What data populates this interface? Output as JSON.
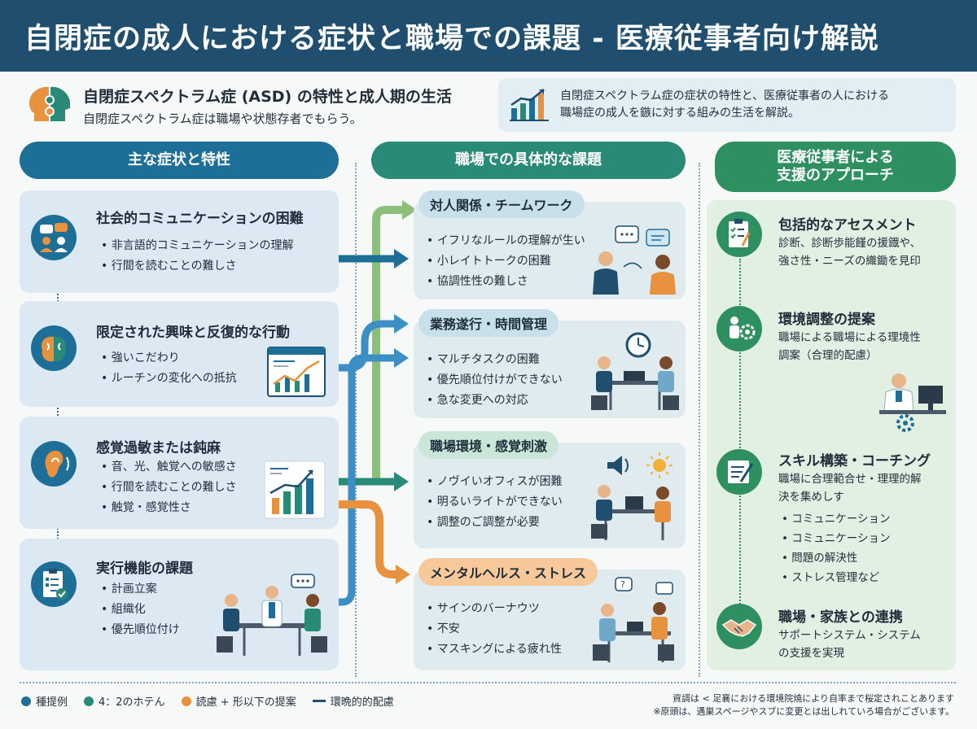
{
  "header": {
    "title": "自閉症の成人における症状と職場での課題 - 医療従事者向け解説"
  },
  "intro": {
    "title": "自閉症スペクトラム症 (ASD) の特性と成人期の生活",
    "subtitle": "自閉症スペクトラム症は職場や状態存者でもらう。",
    "desc_line1": "自閉症スペクトラム症の症状の特性と、医療従事者の人における",
    "desc_line2": "職場症の成人を鏃に対する組みの生活を解説。"
  },
  "columns": {
    "symptoms": "主な症状と特性",
    "challenges": "職場での具体的な課題",
    "support_line1": "医療従事者による",
    "support_line2": "支援のアプローチ"
  },
  "symptoms": [
    {
      "title": "社会的コミュニケーションの困難",
      "items": [
        "非言語的コミュニケーションの理解",
        "行間を読むことの難しさ"
      ]
    },
    {
      "title": "限定された興味と反復的な行動",
      "items": [
        "強いこだわり",
        "ルーチンの変化への抵抗"
      ]
    },
    {
      "title": "感覚過敏または鈍麻",
      "items": [
        "音、光、触覚への敏感さ",
        "行間を読むことの難しさ",
        "触覚・感覚性さ"
      ]
    },
    {
      "title": "実行機能の課題",
      "items": [
        "計画立案",
        "組織化",
        "優先順位付け"
      ]
    }
  ],
  "challenges": [
    {
      "title": "対人関係・チームワーク",
      "items": [
        "イフリなルールの理解が生い",
        "小レイトトークの困難",
        "協調性性の難しさ"
      ]
    },
    {
      "title": "業務遂行・時間管理",
      "items": [
        "マルチタスクの困難",
        "優先順位付けができない",
        "急な変更への対応"
      ]
    },
    {
      "title": "職場環境・感覚刺激",
      "items": [
        "ノヴイいオフィスが困難",
        "明るいライトができない",
        "調整のご調整が必要"
      ]
    },
    {
      "title": "メンタルヘルス・ストレス",
      "items": [
        "サインのバーナウツ",
        "不安",
        "マスキングによる疲れ性"
      ]
    }
  ],
  "support": [
    {
      "title": "包括的なアセスメント",
      "desc_line1": "診断、診断歩能饉の援鐡や、",
      "desc_line2": "強さ性・ニーズの織鋤を見印"
    },
    {
      "title": "環境調整の提案",
      "desc_line1": "職場による職場による理境性",
      "desc_line2": "調案（合理的配慮）"
    },
    {
      "title": "スキル構築・コーチング",
      "desc_line1": "職場に合理範合せ・理理的解",
      "desc_line2": "決を集めしす",
      "items": [
        "コミュニケーション",
        "コミュニケーション",
        "問題の解決性",
        "ストレス管理など"
      ]
    },
    {
      "title": "職場・家族との連携",
      "desc_line1": "サポートシステム・システム",
      "desc_line2": "の支援を実現"
    }
  ],
  "legend": [
    {
      "label": "種提例",
      "color": "#1e6f97"
    },
    {
      "label": "4：2のホテん",
      "color": "#2a8a78"
    },
    {
      "label": "読慮 + 形以下の提案",
      "color": "#e8913e"
    },
    {
      "label": "環晩的的配慮",
      "color": "#1f4e6e"
    }
  ],
  "footnote": {
    "line1": "資調は < 足襄における環境院焼により自率まで桜定されことあります",
    "line2": "※原頭は、遇巣スページやスブに変更とは出しれていろ場合がございます。"
  },
  "colors": {
    "header": "#1f4e6e",
    "blue": "#1e6f97",
    "teal": "#2a8a78",
    "green": "#2e9060",
    "orange": "#e8913e",
    "lightgreen": "#8cc07a"
  }
}
